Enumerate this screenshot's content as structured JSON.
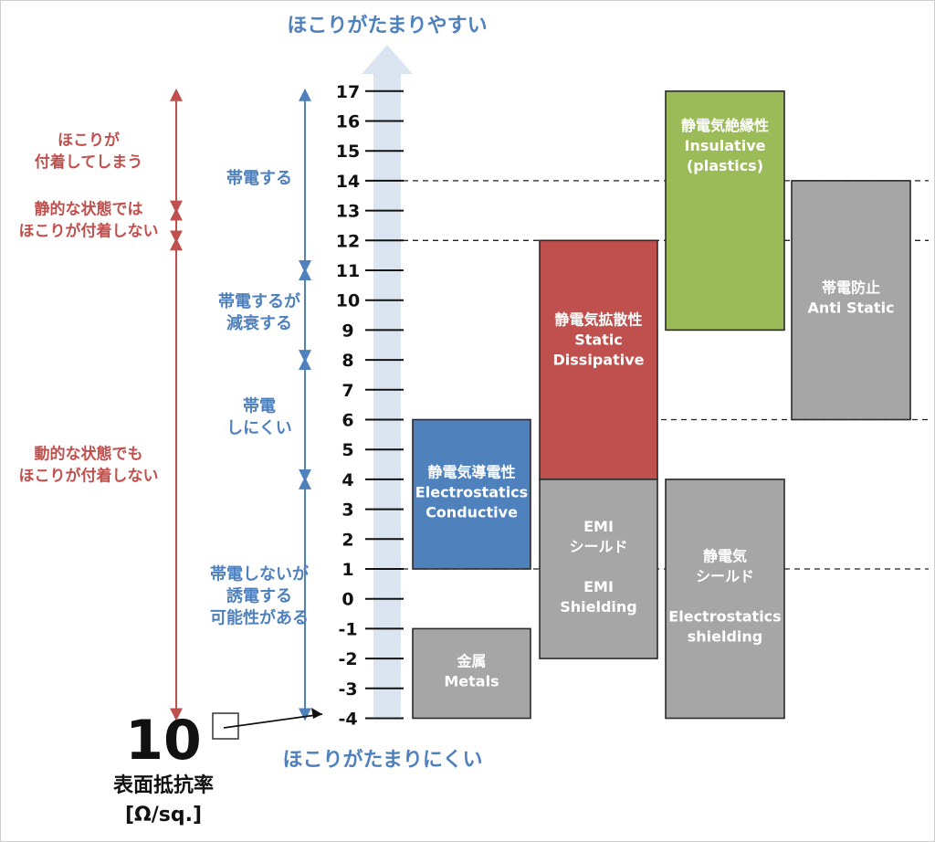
{
  "top_label": "ほこりがたまりやすい",
  "bottom_label": "ほこりがたまりにくい",
  "axis": {
    "ticks": [
      "17",
      "16",
      "15",
      "14",
      "13",
      "12",
      "11",
      "10",
      "9",
      "8",
      "7",
      "6",
      "5",
      "4",
      "3",
      "2",
      "1",
      "0",
      "-1",
      "-2",
      "-3",
      "-4"
    ],
    "base_number": "10",
    "title_line1": "表面抵抗率",
    "title_line2": "[Ω/sq.]"
  },
  "blue_ranges": [
    {
      "lines": [
        "帯電する"
      ],
      "from": 11,
      "to": 17
    },
    {
      "lines": [
        "帯電するが",
        "減衰する"
      ],
      "from": 8,
      "to": 11
    },
    {
      "lines": [
        "帯電",
        "しにくい"
      ],
      "from": 4,
      "to": 8
    },
    {
      "lines": [
        "帯電しないが",
        "誘電する",
        "可能性がある"
      ],
      "from": -4,
      "to": 4
    }
  ],
  "red_ranges": [
    {
      "lines": [
        "ほこりが",
        "付着してしまう"
      ],
      "from": 13,
      "to": 17
    },
    {
      "lines": [
        "静的な状態では",
        "ほこりが付着しない"
      ],
      "from": 12,
      "to": 13
    },
    {
      "lines": [
        "動的な状態でも",
        "ほこりが付着しない"
      ],
      "from": -4,
      "to": 12
    }
  ],
  "boxes": [
    {
      "lines": [
        "静電気導電性",
        "Electrostatics",
        "Conductive"
      ],
      "from": 1,
      "to": 6,
      "color": "#4f81bd"
    },
    {
      "lines": [
        "金属",
        "Metals"
      ],
      "from": -4,
      "to": -1,
      "color": "#a6a6a6"
    },
    {
      "lines": [
        "静電気拡散性",
        "Static",
        "Dissipative"
      ],
      "from": 4,
      "to": 12,
      "color": "#c0504d"
    },
    {
      "lines": [
        "EMI",
        "シールド",
        "",
        "EMI",
        "Shielding"
      ],
      "from": -2,
      "to": 4,
      "color": "#a6a6a6"
    },
    {
      "lines": [
        "静電気絶縁性",
        "Insulative",
        "(plastics)"
      ],
      "from": 9,
      "to": 17,
      "color": "#9bbb59"
    },
    {
      "lines": [
        "静電気",
        "シールド",
        "",
        "Electrostatics",
        "shielding"
      ],
      "from": -4,
      "to": 4,
      "color": "#a6a6a6"
    },
    {
      "lines": [
        "帯電防止",
        "Anti Static"
      ],
      "from": 6,
      "to": 14,
      "color": "#a6a6a6"
    }
  ],
  "dashed_levels": [
    14,
    12,
    6,
    1
  ],
  "colors": {
    "blue_text": "#4f81bd",
    "red_text": "#c0504d",
    "band": "#dbe5f1"
  }
}
